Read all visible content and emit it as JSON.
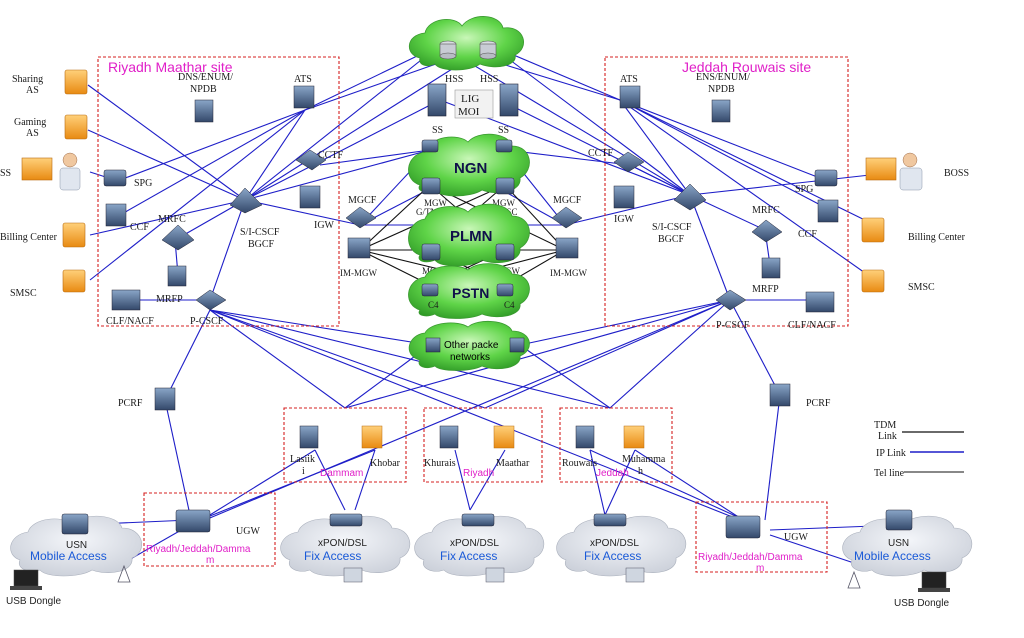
{
  "sites": {
    "riyadh_title": "Riyadh Maathar site",
    "jeddah_title": "Jeddah Rouwais site"
  },
  "core_clouds": {
    "hss_left": "HSS",
    "hss_right": "HSS",
    "lig_line1": "LIG",
    "lig_line2": "MOI",
    "ngn": "NGN",
    "plmn": "PLMN",
    "pstn": "PSTN",
    "other_line1": "Other packe",
    "other_line2": "networks",
    "ss_left": "SS",
    "ss_right": "SS",
    "mgw_gtmsc_left_1": "MGW",
    "mgw_gtmsc_left_2": "G/TMSC",
    "mgw_gtmsc_right_1": "MGW",
    "mgw_gtmsc_right_2": "G/TMSC",
    "mgw_left": "MGW",
    "mgw_right": "MGW",
    "c4_left": "C4",
    "c4_right": "C4"
  },
  "riyadh_site": {
    "dns": "DNS/ENUM/",
    "npdb": "NPDB",
    "ats": "ATS",
    "spg": "SPG",
    "ccf": "CCF",
    "mrfc": "MRFC",
    "scscf_1": "S/I-CSCF",
    "scscf_2": "BGCF",
    "cctf": "CCTF",
    "igw": "IGW",
    "mrfp": "MRFP",
    "clf": "CLF/NACF",
    "pcscf": "P-CSCF"
  },
  "jeddah_site": {
    "ens": "ENS/ENUM/",
    "npdb": "NPDB",
    "ats": "ATS",
    "cctf": "CCTF",
    "igw": "IGW",
    "scscf_1": "S/I-CSCF",
    "scscf_2": "BGCF",
    "mrfc": "MRFC",
    "spg": "SPG",
    "ccf": "CCF",
    "mrfp": "MRFP",
    "pcscf": "P-CSCF",
    "clf": "CLF/NACF"
  },
  "mid": {
    "mgcf_left": "MGCF",
    "immgw_left": "IM-MGW",
    "mgcf_right": "MGCF",
    "immgw_right": "IM-MGW"
  },
  "external_left": {
    "sharing_1": "Sharing",
    "sharing_2": "AS",
    "gaming_1": "Gaming",
    "gaming_2": "AS",
    "boss": "SS",
    "billing": "Billing Center",
    "smsc": "SMSC"
  },
  "external_right": {
    "boss": "BOSS",
    "billing": "Billing Center",
    "smsc": "SMSC"
  },
  "pcrf_left": "PCRF",
  "pcrf_right": "PCRF",
  "edge_boxes": {
    "dammam_left_1": "Lasiik",
    "dammam_left_2": "i",
    "dammam_right": "Khobar",
    "dammam_name": "Dammam",
    "riyadh_left": "Khurais",
    "riyadh_right": "Maathar",
    "riyadh_name": "Riyadh",
    "jeddah_left": "Rouwais",
    "jeddah_right_1": "Muhamma",
    "jeddah_right_2": "h",
    "jeddah_name": "Jeddah"
  },
  "access": {
    "left_usn": "USN",
    "left_mobile": "Mobile Access",
    "left_usb": "USB Dongle",
    "left_ugw": "UGW",
    "left_ugw_box_1": "Riyadh/Jeddah/Damma",
    "left_ugw_box_2": "m",
    "fix1_title": "xPON/DSL",
    "fix1_name": "Fix Access",
    "fix2_title": "xPON/DSL",
    "fix2_name": "Fix Access",
    "fix3_title": "xPON/DSL",
    "fix3_name": "Fix Access",
    "right_ugw": "UGW",
    "right_ugw_box_1": "Riyadh/Jeddah/Damma",
    "right_ugw_box_2": "m",
    "right_usn": "USN",
    "right_mobile": "Mobile Access",
    "right_usb": "USB Dongle"
  },
  "legend": {
    "tdm_1": "TDM",
    "tdm_2": "Link",
    "ip": "IP Link",
    "tel": "Tel line"
  },
  "colors": {
    "ip_link": "#1e1ec8",
    "tdm_link": "#111111",
    "site_title": "#e020c8",
    "box_border": "#d42020",
    "cloud_green": "#4ecb3a",
    "access_cloud": "#dfe3ea"
  }
}
